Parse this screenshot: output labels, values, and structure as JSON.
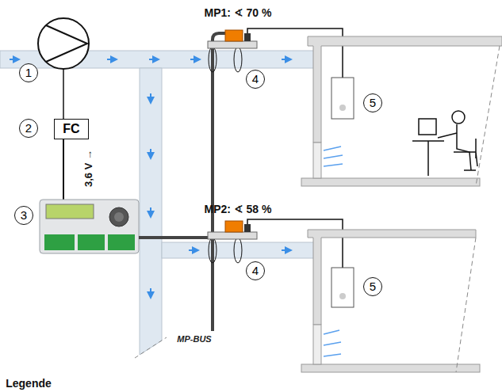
{
  "diagram": {
    "nodes": [
      {
        "text": [
          "FC"
        ]
      }
    ],
    "labels": [
      "1",
      "2",
      "3",
      "4",
      "4",
      "5",
      "5",
      "MP1: ∢ 70 %",
      "MP2: ∢ 58 %",
      "3,6 V →",
      "MP-BUS",
      "Legende"
    ]
  }
}
